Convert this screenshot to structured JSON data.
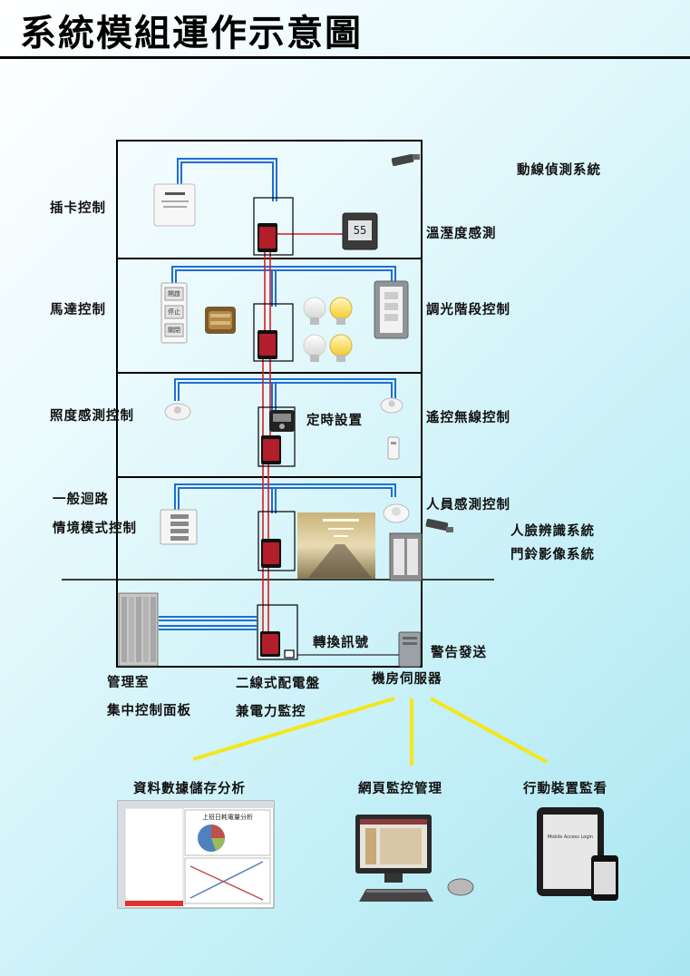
{
  "title": "系統模組運作示意圖",
  "labels": {
    "card_control": "插卡控制",
    "motion_detect": "動線偵測系統",
    "temp_humidity": "溫溼度感測",
    "motor_control": "馬達控制",
    "dimmer_control": "調光階段控制",
    "illum_control": "照度感測控制",
    "timer_setting": "定時設置",
    "remote_wireless": "遙控無線控制",
    "circuit_line1": "一般迴路",
    "circuit_line2": "情境模式控制",
    "presence_control": "人員感測控制",
    "face_recog": "人臉辨識系統",
    "doorbell_video": "門鈴影像系統",
    "signal_convert": "轉換訊號",
    "alarm_send": "警告發送",
    "mgmt_line1": "管理室",
    "mgmt_line2": "集中控制面板",
    "panel_line1": "二線式配電盤",
    "panel_line2": "兼電力監控",
    "server": "機房伺服器",
    "data_storage": "資料數據儲存分析",
    "web_monitor": "網頁監控管理",
    "mobile_monitor": "行動裝置監看"
  },
  "device_text": {
    "thermo_display": "55",
    "motor_btn_open": "開啟",
    "motor_btn_stop": "停止",
    "motor_btn_close": "關閉",
    "chart_title": "上班日耗電量分析",
    "mobile_screen": "Mobile Access Login"
  },
  "colors": {
    "wire_blue": "#1f6fd0",
    "wire_red": "#e0191e",
    "connector_yellow": "#f4e61a",
    "frame": "#000000"
  }
}
